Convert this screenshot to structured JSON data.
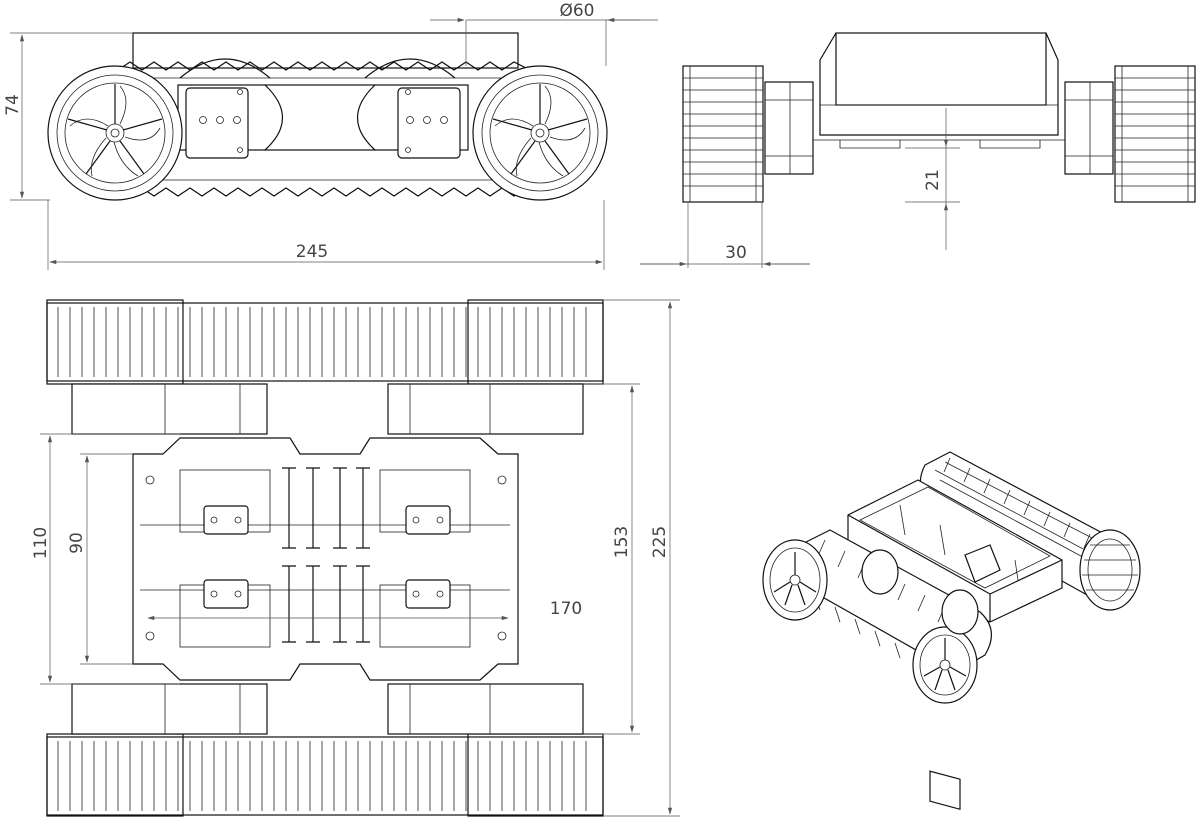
{
  "dimensions": {
    "overall_length": "245",
    "height": "74",
    "wheel_diameter": "Ø60",
    "track_width": "30",
    "ground_clearance": "21",
    "overall_width": "225",
    "body_width": "153",
    "plate_width_outer": "110",
    "plate_width_inner": "90",
    "plate_length": "170"
  },
  "views": [
    "side-view",
    "front-view",
    "top-view",
    "isometric-view"
  ]
}
